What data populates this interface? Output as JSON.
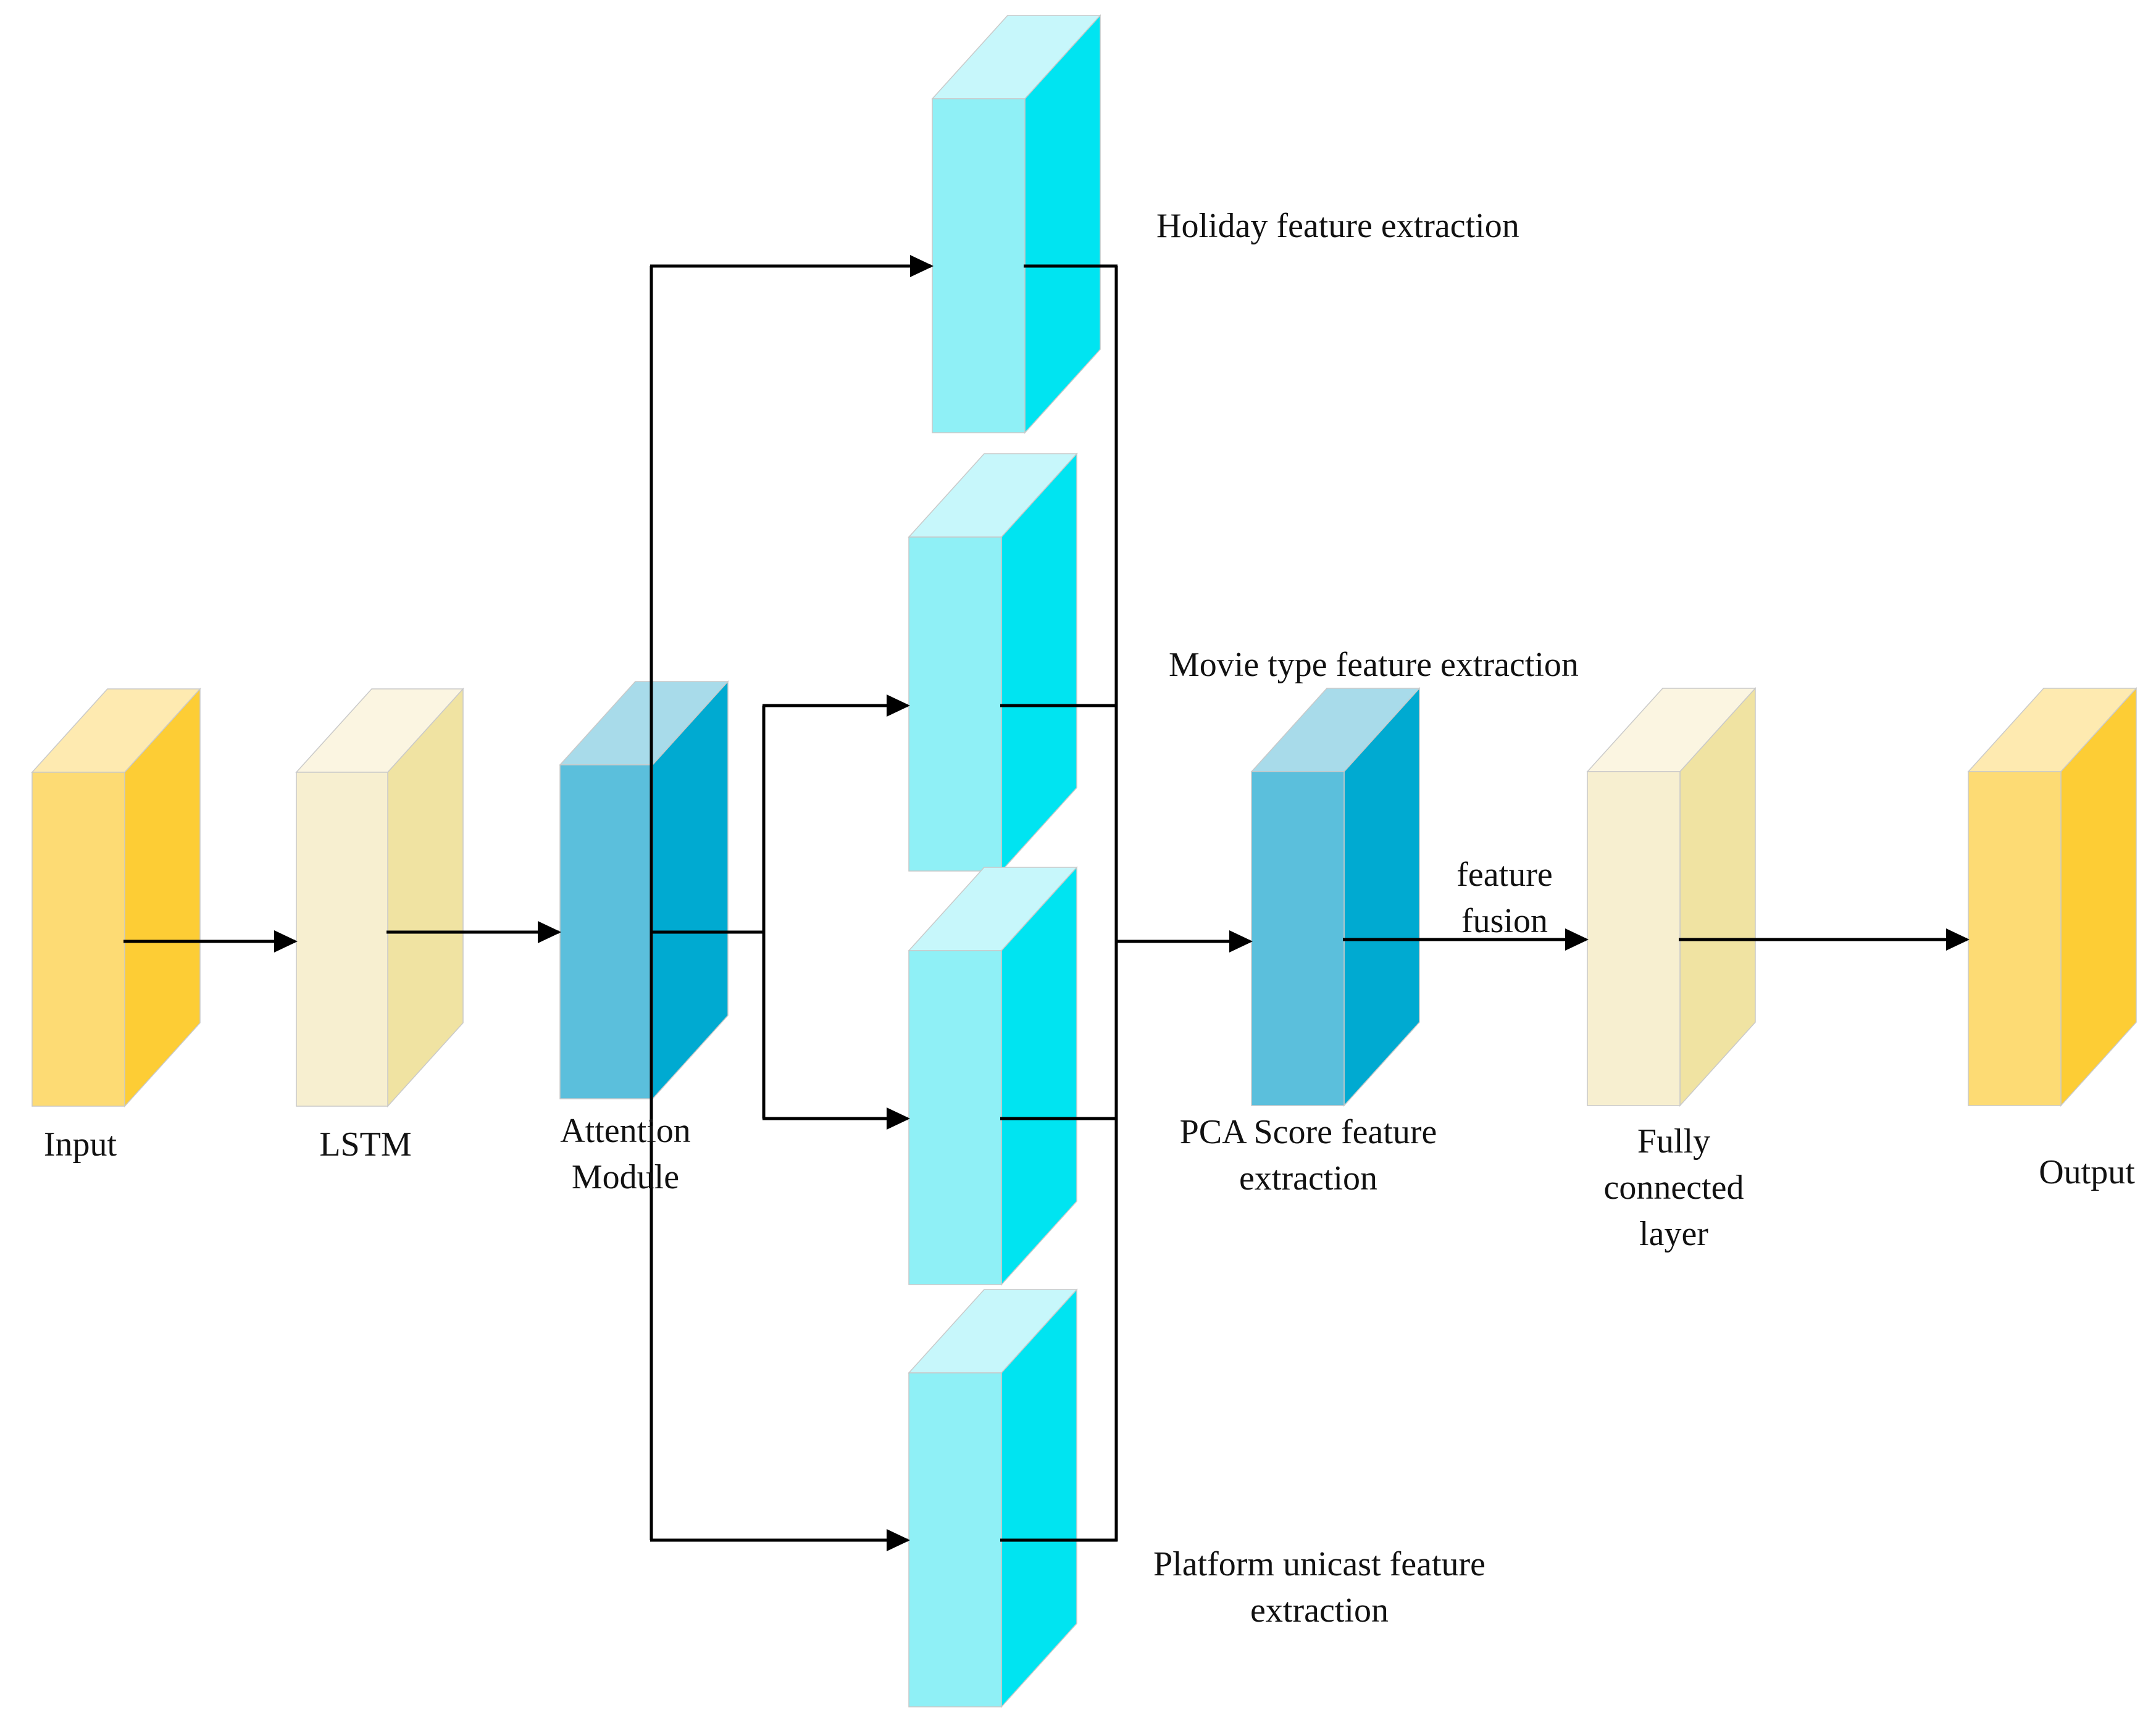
{
  "colors": {
    "input": {
      "front": "#fddb74",
      "top": "#feeab0",
      "side": "#fdcd35"
    },
    "lstm": {
      "front": "#f7efd0",
      "top": "#fbf5e1",
      "side": "#f0e3a2"
    },
    "attention": {
      "front": "#5bbfdc",
      "top": "#a8dbea",
      "side": "#00aad1"
    },
    "feature": {
      "front": "#8ff0f6",
      "top": "#c7f7fb",
      "side": "#00e4f1"
    },
    "line": "#000000"
  },
  "labels": {
    "input": "Input",
    "lstm": "LSTM",
    "attention": [
      "Attention",
      "Module"
    ],
    "holiday": "Holiday feature extraction",
    "movie_type": "Movie type feature extraction",
    "platform": [
      "Platform unicast feature",
      "extraction"
    ],
    "pca": [
      "PCA Score feature",
      "extraction"
    ],
    "fusion": [
      "feature",
      "fusion"
    ],
    "fully_connected": [
      "Fully",
      "connected",
      "layer"
    ],
    "output": "Output"
  }
}
